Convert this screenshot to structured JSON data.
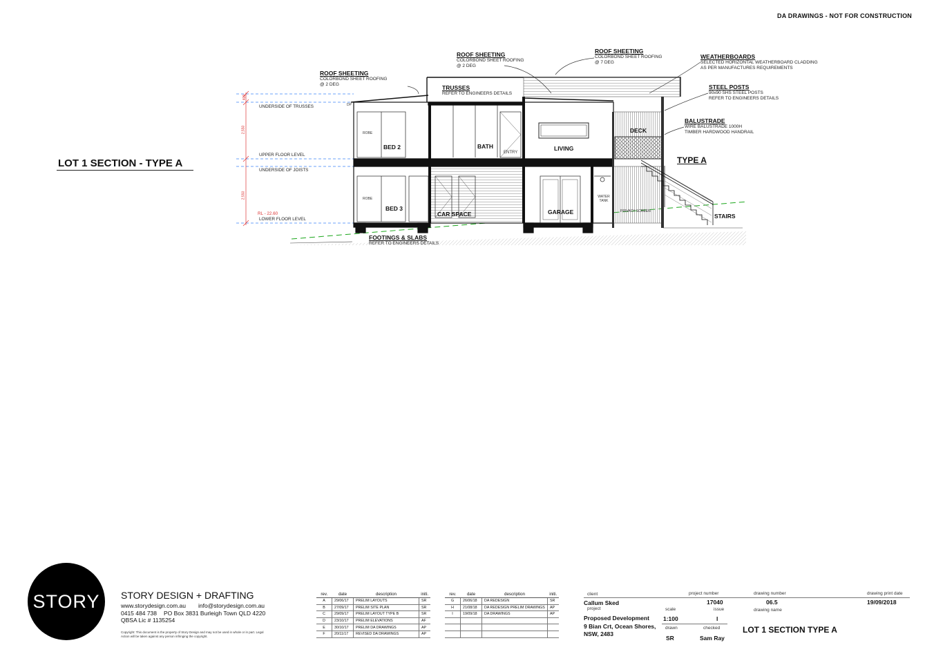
{
  "header": {
    "notice": "DA DRAWINGS - NOT FOR CONSTRUCTION"
  },
  "sheet_title": "LOT 1 SECTION - TYPE A",
  "type_label": "TYPE A",
  "notes": {
    "roof1": {
      "title": "ROOF SHEETING",
      "lines": [
        "COLORBOND SHEET ROOFING",
        "@ 2 DEG"
      ]
    },
    "roof2": {
      "title": "ROOF SHEETING",
      "lines": [
        "COLORBOND SHEET ROOFING",
        "@ 2 DEG"
      ]
    },
    "roof3": {
      "title": "ROOF SHEETING",
      "lines": [
        "COLORBOND SHEET ROOFING",
        "@ 7 DEG"
      ]
    },
    "trusses": {
      "title": "TRUSSES",
      "lines": [
        "REFER TO ENGINEERS DETAILS"
      ]
    },
    "weatherboards": {
      "title": "WEATHERBOARDS",
      "lines": [
        "SELECTED HORIZONTAL WEATHERBOARD CLADDING",
        "AS PER MANUFACTURES REQUIREMENTS"
      ]
    },
    "steel_posts": {
      "title": "STEEL POSTS",
      "lines": [
        "90x90 SHS STEEL POSTS",
        "REFER TO ENGINEERS DETAILS"
      ]
    },
    "balustrade": {
      "title": "BALUSTRADE",
      "lines": [
        "WIRE BALUSTRADE 1000H",
        "TIMBER HARDWOOD HANDRAIL"
      ]
    },
    "footings": {
      "title": "FOOTINGS & SLABS",
      "lines": [
        "REFER TO ENGINEERS DETAILS"
      ]
    }
  },
  "levels": {
    "underside_trusses": "UNDERSIDE OF TRUSSES",
    "upper_floor": "UPPER FLOOR LEVEL",
    "underside_joists": "UNDERSIDE OF JOISTS",
    "lower_floor": "LOWER FLOOR LEVEL",
    "rl": "RL - 22.60",
    "dim_400": "400",
    "dim_2550_upper": "2,550",
    "dim_2550_lower": "2,550"
  },
  "rooms": {
    "robe_upper": "ROBE",
    "bed2": "BED 2",
    "bath": "BATH",
    "entry": "ENTRY",
    "living": "LIVING",
    "deck": "DECK",
    "robe_lower": "ROBE",
    "bed3": "BED 3",
    "car_space": "CAR SPACE",
    "garage": "GARAGE",
    "water_tank": "WATER TANK",
    "privacy_screen": "PRIVACY SCREEN",
    "stairs": "STAIRS",
    "dp": "DP"
  },
  "company": {
    "logo_text": "STORY",
    "name": "STORY DESIGN + DRAFTING",
    "web": "www.storydesign.com.au",
    "email": "info@storydesign.com.au",
    "phone": "0415 484 738",
    "address": "PO Box 3831 Burleigh Town QLD 4220",
    "license": "QBSA Lic # 1135254",
    "copyright": "Copyright: This document is the property of Story Design and may not be used in whole or in part. Legal Action will be taken against any person infringing the copyright."
  },
  "revisions_headers": {
    "rev": "rev.",
    "date": "date",
    "description": "description",
    "initials": "initi."
  },
  "revisions_left": [
    {
      "rev": "A",
      "date": "29/06/17",
      "description": "PRELIM LAYOUTS",
      "initials": "SR"
    },
    {
      "rev": "B",
      "date": "27/09/17",
      "description": "PRELIM SITE PLAN",
      "initials": "SR"
    },
    {
      "rev": "C",
      "date": "29/09/17",
      "description": "PRELIM LAYOUT TYPE B",
      "initials": "SR"
    },
    {
      "rev": "D",
      "date": "23/10/17",
      "description": "PRELIM ELEVATIONS",
      "initials": "AF"
    },
    {
      "rev": "E",
      "date": "30/10/17",
      "description": "PRELIM DA DRAWINGS",
      "initials": "AP"
    },
    {
      "rev": "F",
      "date": "20/11/17",
      "description": "REVISED DA DRAWINGS",
      "initials": "AP"
    }
  ],
  "revisions_right": [
    {
      "rev": "G",
      "date": "26/06/18",
      "description": "DA REDESIGN",
      "initials": "SR"
    },
    {
      "rev": "H",
      "date": "21/08/18",
      "description": "DA REDESIGN PRELIM DRAWINGS",
      "initials": "AP"
    },
    {
      "rev": "I",
      "date": "19/09/18",
      "description": "DA DRAWINGS",
      "initials": "AP"
    },
    {
      "rev": "",
      "date": "",
      "description": "",
      "initials": ""
    },
    {
      "rev": "",
      "date": "",
      "description": "",
      "initials": ""
    },
    {
      "rev": "",
      "date": "",
      "description": "",
      "initials": ""
    }
  ],
  "title_block": {
    "client_label": "client",
    "client": "Callum Sked",
    "project_number_label": "project number",
    "project_number": "17040",
    "drawing_number_label": "drawing number",
    "drawing_number": "06.5",
    "print_date_label": "drawing print date",
    "print_date": "19/09/2018",
    "project_label": "project",
    "scale_label": "scale",
    "issue_label": "issue",
    "drawing_name_label": "drawing name",
    "project_line1": "Proposed Development",
    "project_line2": "9 Bian Crt, Ocean Shores,",
    "project_line3": "NSW, 2483",
    "scale": "1:100",
    "issue": "I",
    "drawn_label": "drawn",
    "checked_label": "checked",
    "drawn": "SR",
    "checked": "Sam Ray",
    "drawing_name": "LOT 1 SECTION TYPE A"
  }
}
